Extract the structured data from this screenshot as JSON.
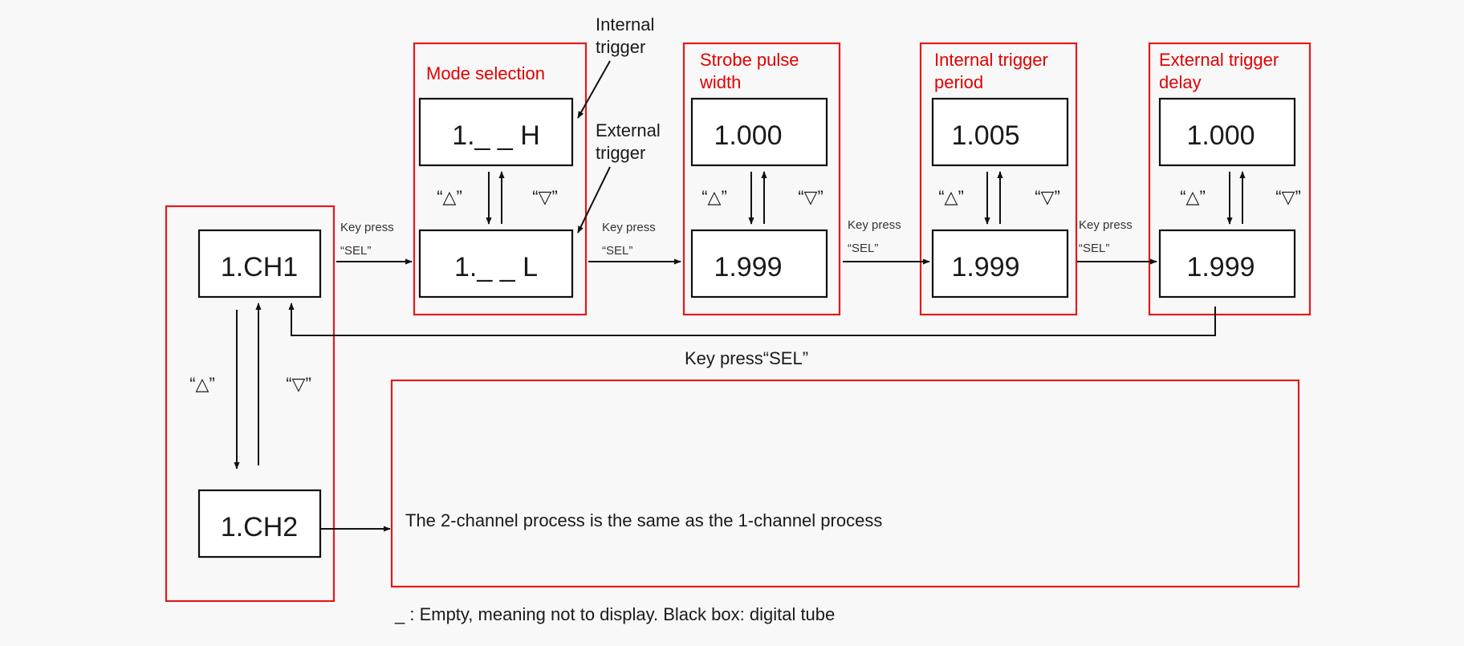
{
  "groups": {
    "mode_selection": "Mode selection",
    "strobe_pulse_width": [
      "Strobe pulse",
      "width"
    ],
    "internal_trigger_period": [
      "Internal trigger",
      "period"
    ],
    "external_trigger_delay": [
      "External trigger",
      "delay"
    ]
  },
  "annotations": {
    "internal_trigger": [
      "Internal",
      "trigger"
    ],
    "external_trigger": [
      "External",
      "trigger"
    ]
  },
  "tubes": {
    "ch1": "1.CH1",
    "ch2": "1.CH2",
    "mode_h": "1._ _ H",
    "mode_l": "1._ _ L",
    "strobe_top": "1.000",
    "strobe_bottom": "1.999",
    "internal_top": "1.005",
    "internal_bottom": "1.999",
    "external_top": "1.000",
    "external_bottom": "1.999"
  },
  "keys": {
    "up": "“△”",
    "down": "“▽”",
    "sel_line1": "Key press",
    "sel_line2": "“SEL”",
    "return_label": "Key press“SEL”"
  },
  "note_box_text": "The 2-channel process is the same as the 1-channel process",
  "footnote": "_ : Empty, meaning not to display. Black box: digital tube"
}
